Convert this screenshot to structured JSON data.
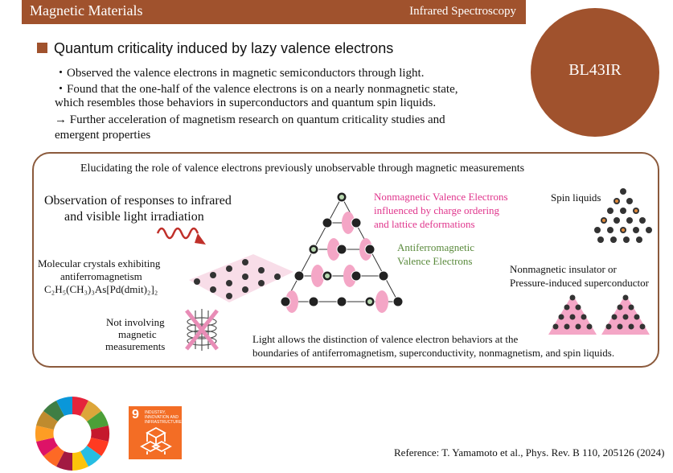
{
  "header": {
    "left_title": "Magnetic Materials",
    "right_title": "Infrared Spectroscopy",
    "beamline": "BL43IR"
  },
  "main": {
    "heading": "Quantum criticality induced by lazy valence electrons",
    "lines": [
      "・Observed the valence electrons in magnetic semiconductors through light.",
      "・Found that the one-half of the valence electrons is on a nearly nonmagnetic state,",
      "which resembles those behaviors in superconductors and quantum spin liquids.",
      "→ Further acceleration of magnetism research on quantum criticality studies and",
      "emergent properties"
    ]
  },
  "panel": {
    "title": "Elucidating the role of valence electrons previously unobservable through magnetic measurements",
    "observation_line1": "Observation of responses to infrared",
    "observation_line2": "and visible light irradiation",
    "crystal_line1": "Molecular crystals exhibiting",
    "crystal_line2": "antiferromagnetism",
    "formula": "C₂H₅(CH₃)₃As[Pd(dmit)₂]₂",
    "not_involving_1": "Not involving",
    "not_involving_2": "magnetic",
    "not_involving_3": "measurements",
    "nonmag_1": "Nonmagnetic Valence Electrons",
    "nonmag_2": "influenced by charge ordering",
    "nonmag_3": "and lattice deformations",
    "afm_1": "Antiferromagnetic",
    "afm_2": "Valence Electrons",
    "spin_liquids": "Spin liquids",
    "insulator_1": "Nonmagnetic insulator or",
    "insulator_2": "Pressure-induced superconductor",
    "conclusion_1": "Light allows the distinction of valence electron behaviors at the",
    "conclusion_2": "boundaries of antiferromagnetism, superconductivity, nonmagnetism, and spin liquids."
  },
  "sdg": {
    "number": "9",
    "label": "INDUSTRY, INNOVATION AND INFRASTRUCTURE"
  },
  "reference": "Reference: T. Yamamoto et al., Phys. Rev. B 110, 205126 (2024)",
  "colors": {
    "brown": "#a0522d",
    "pink": "#e0358c",
    "green": "#5a8a3c",
    "sdg_orange": "#f36d25"
  }
}
